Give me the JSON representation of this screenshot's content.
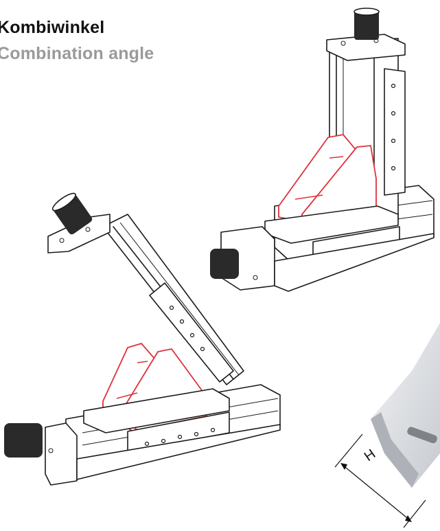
{
  "header": {
    "title": "Kombiwinkel",
    "subtitle": "Combination angle"
  },
  "detail_photo": {
    "dimension_label": "H"
  },
  "colors": {
    "highlight": "#e0303a",
    "title": "#111111",
    "subtitle": "#9a9a9a",
    "photo_fill": "#d5d8dc"
  }
}
